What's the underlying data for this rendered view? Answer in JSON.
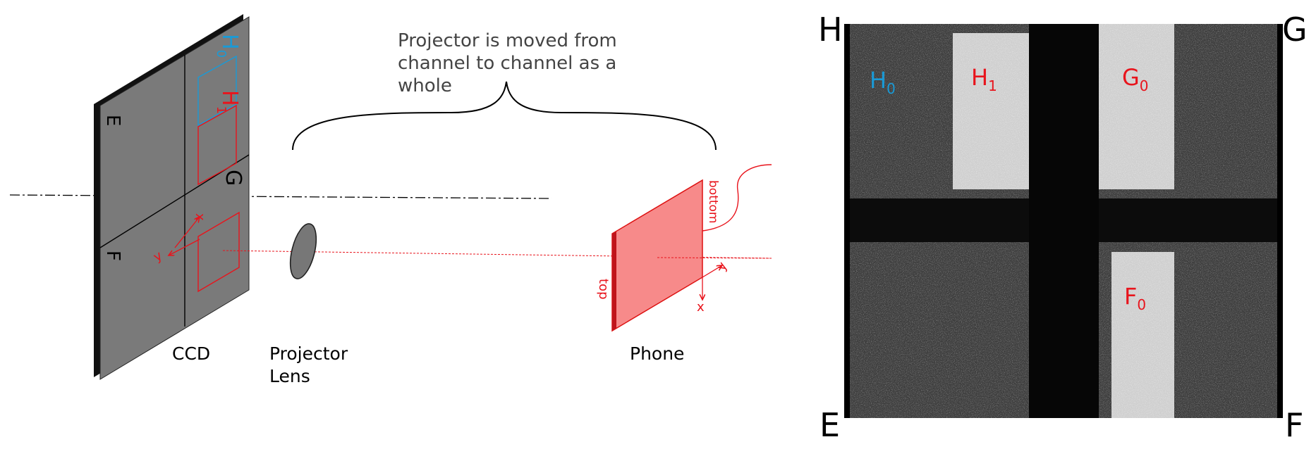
{
  "left_diagram": {
    "caption": [
      "Projector is moved from",
      "channel to channel as a",
      "whole"
    ],
    "ccd_label": "CCD",
    "lens_label_line1": "Projector",
    "lens_label_line2": "Lens",
    "phone_label": "Phone",
    "ccd_quadrants": {
      "top_left": "E",
      "bottom_left": "F",
      "right_mid": "G"
    },
    "channel_h0": {
      "letter": "H",
      "sub": "0"
    },
    "channel_h1": {
      "letter": "H",
      "sub": "1"
    },
    "ccd_axis_x": "x",
    "ccd_axis_y": "y",
    "phone_top": "top",
    "phone_bottom": "bottom",
    "phone_axis_x": "x",
    "phone_axis_y": "y"
  },
  "right_image": {
    "corners": {
      "top_left": "H",
      "top_right": "G",
      "bottom_left": "E",
      "bottom_right": "F"
    },
    "regions": {
      "h0": {
        "letter": "H",
        "sub": "0"
      },
      "h1": {
        "letter": "H",
        "sub": "1"
      },
      "g0": {
        "letter": "G",
        "sub": "0"
      },
      "f0": {
        "letter": "F",
        "sub": "0"
      }
    }
  },
  "colors": {
    "blue_channel": "#1a9ad6",
    "red_channel": "#e8141c",
    "ccd_face": "#7a7a7a",
    "phone_face": "#f78a8a"
  }
}
